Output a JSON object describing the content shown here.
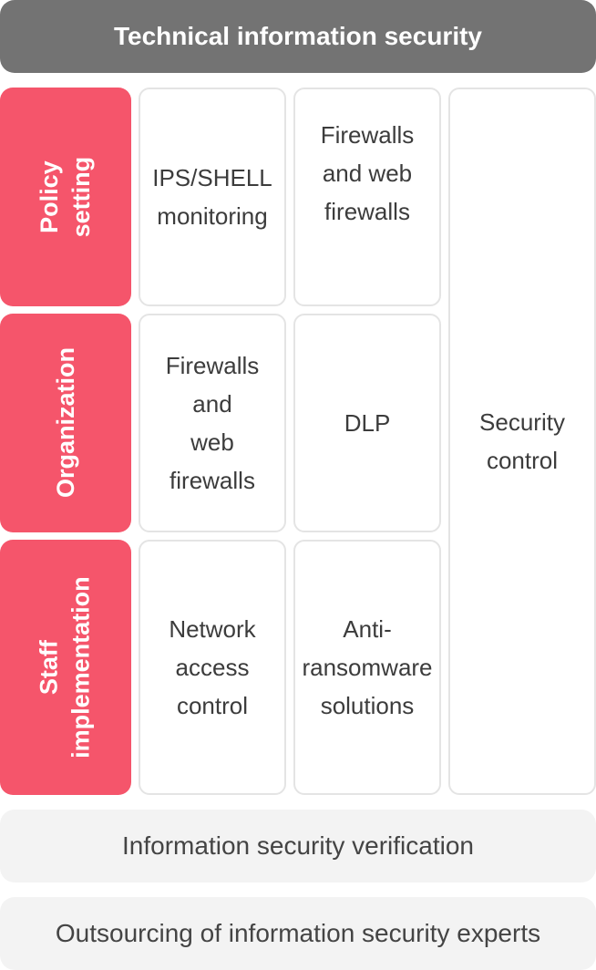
{
  "header": {
    "title": "Technical information security"
  },
  "rows": [
    {
      "label": "Policy\nsetting"
    },
    {
      "label": "Organization"
    },
    {
      "label": "Staff\nimplementation"
    }
  ],
  "cells": {
    "r1c1": "IPS/SHELL\nmonitoring",
    "r1c2": "Firewalls\nand web\nfirewalls",
    "r2c1": "Firewalls\nand\nweb\nfirewalls",
    "r2c2": "DLP",
    "r3c1": "Network\naccess\ncontrol",
    "r3c2": "Anti-\nransomware\nsolutions",
    "security_control": "Security\ncontrol"
  },
  "footers": {
    "verification": "Information security verification",
    "outsourcing": "Outsourcing of information security experts"
  },
  "colors": {
    "header_bg": "#737373",
    "row_label_bg": "#f5556b",
    "cell_border": "#e4e4e4",
    "footer_bg": "#f3f3f3"
  }
}
